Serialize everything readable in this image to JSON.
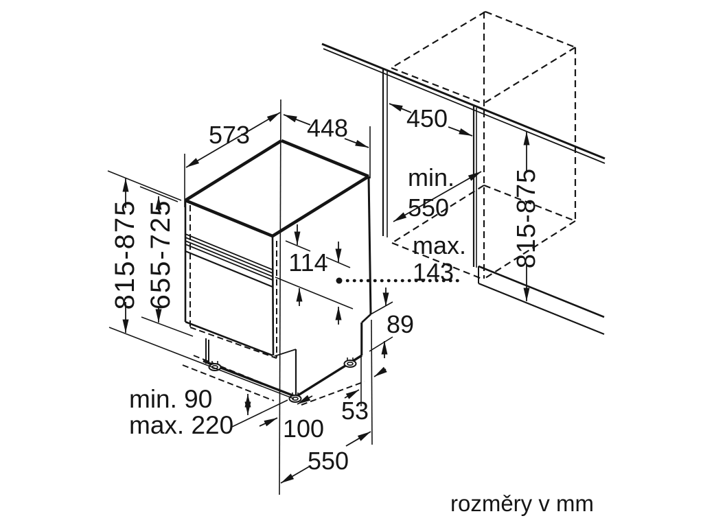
{
  "diagram": {
    "caption": "rozměry v mm",
    "labels": {
      "depth_total": "573",
      "appliance_width": "448",
      "niche_width": "450",
      "niche_depth_line1": "min.",
      "niche_depth_line2": "550",
      "appliance_height": "815-875",
      "door_panel_height": "655-725",
      "fascia_height": "114",
      "door_overlap_line1": "max.",
      "door_overlap_line2": "143",
      "base_step": "89",
      "niche_height": "815-875",
      "plinth_line1": "min. 90",
      "plinth_line2": "max. 220",
      "base_recess": "100",
      "rear_clearance": "53",
      "base_depth": "550"
    },
    "colors": {
      "line": "#151515",
      "background": "#ffffff"
    }
  }
}
